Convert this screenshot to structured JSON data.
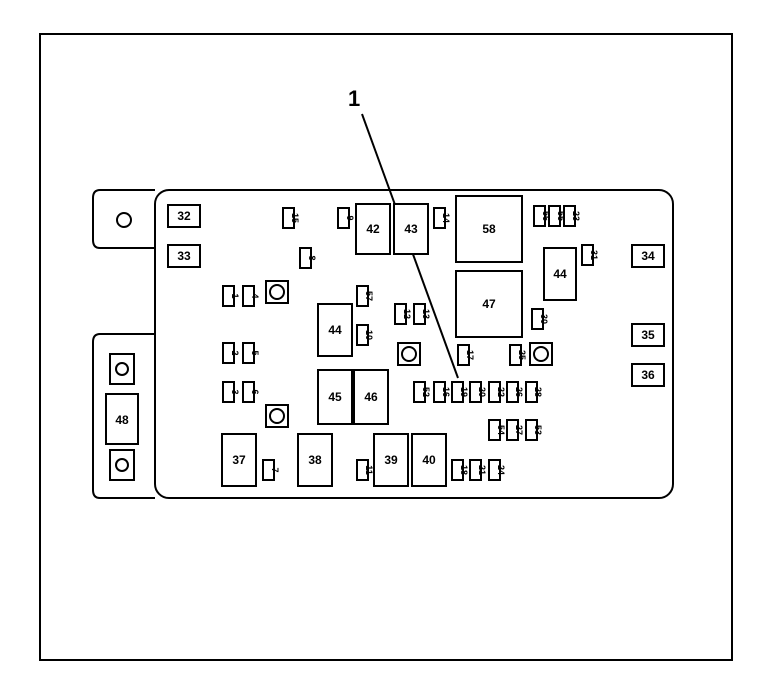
{
  "callout": {
    "label": "1"
  },
  "fuses": {
    "f32": "32",
    "f33": "33",
    "f34": "34",
    "f35": "35",
    "f36": "36",
    "f42": "42",
    "f43": "43",
    "f58": "58",
    "f47": "47",
    "f44a": "44",
    "f44b": "44",
    "f45": "45",
    "f46": "46",
    "f37": "37",
    "f38": "38",
    "f39": "39",
    "f40": "40",
    "f48": "48",
    "m15": "15",
    "m9": "9",
    "m14": "14",
    "m56": "56",
    "m55": "55",
    "m23": "23",
    "m8": "8",
    "m31": "31",
    "m1": "1",
    "m4": "4",
    "m57": "57",
    "m12": "12",
    "m13": "13",
    "m30": "30",
    "m10": "10",
    "m2": "2",
    "m5": "5",
    "m17": "17",
    "m25": "25",
    "m3": "3",
    "m6": "6",
    "m52": "52",
    "m16": "16",
    "m19": "19",
    "m20": "20",
    "m22": "22",
    "m26": "26",
    "m28": "28",
    "m54": "54",
    "m27": "27",
    "m53": "53",
    "m7": "7",
    "m11": "11",
    "m18": "18",
    "m21": "21",
    "m24": "24"
  }
}
